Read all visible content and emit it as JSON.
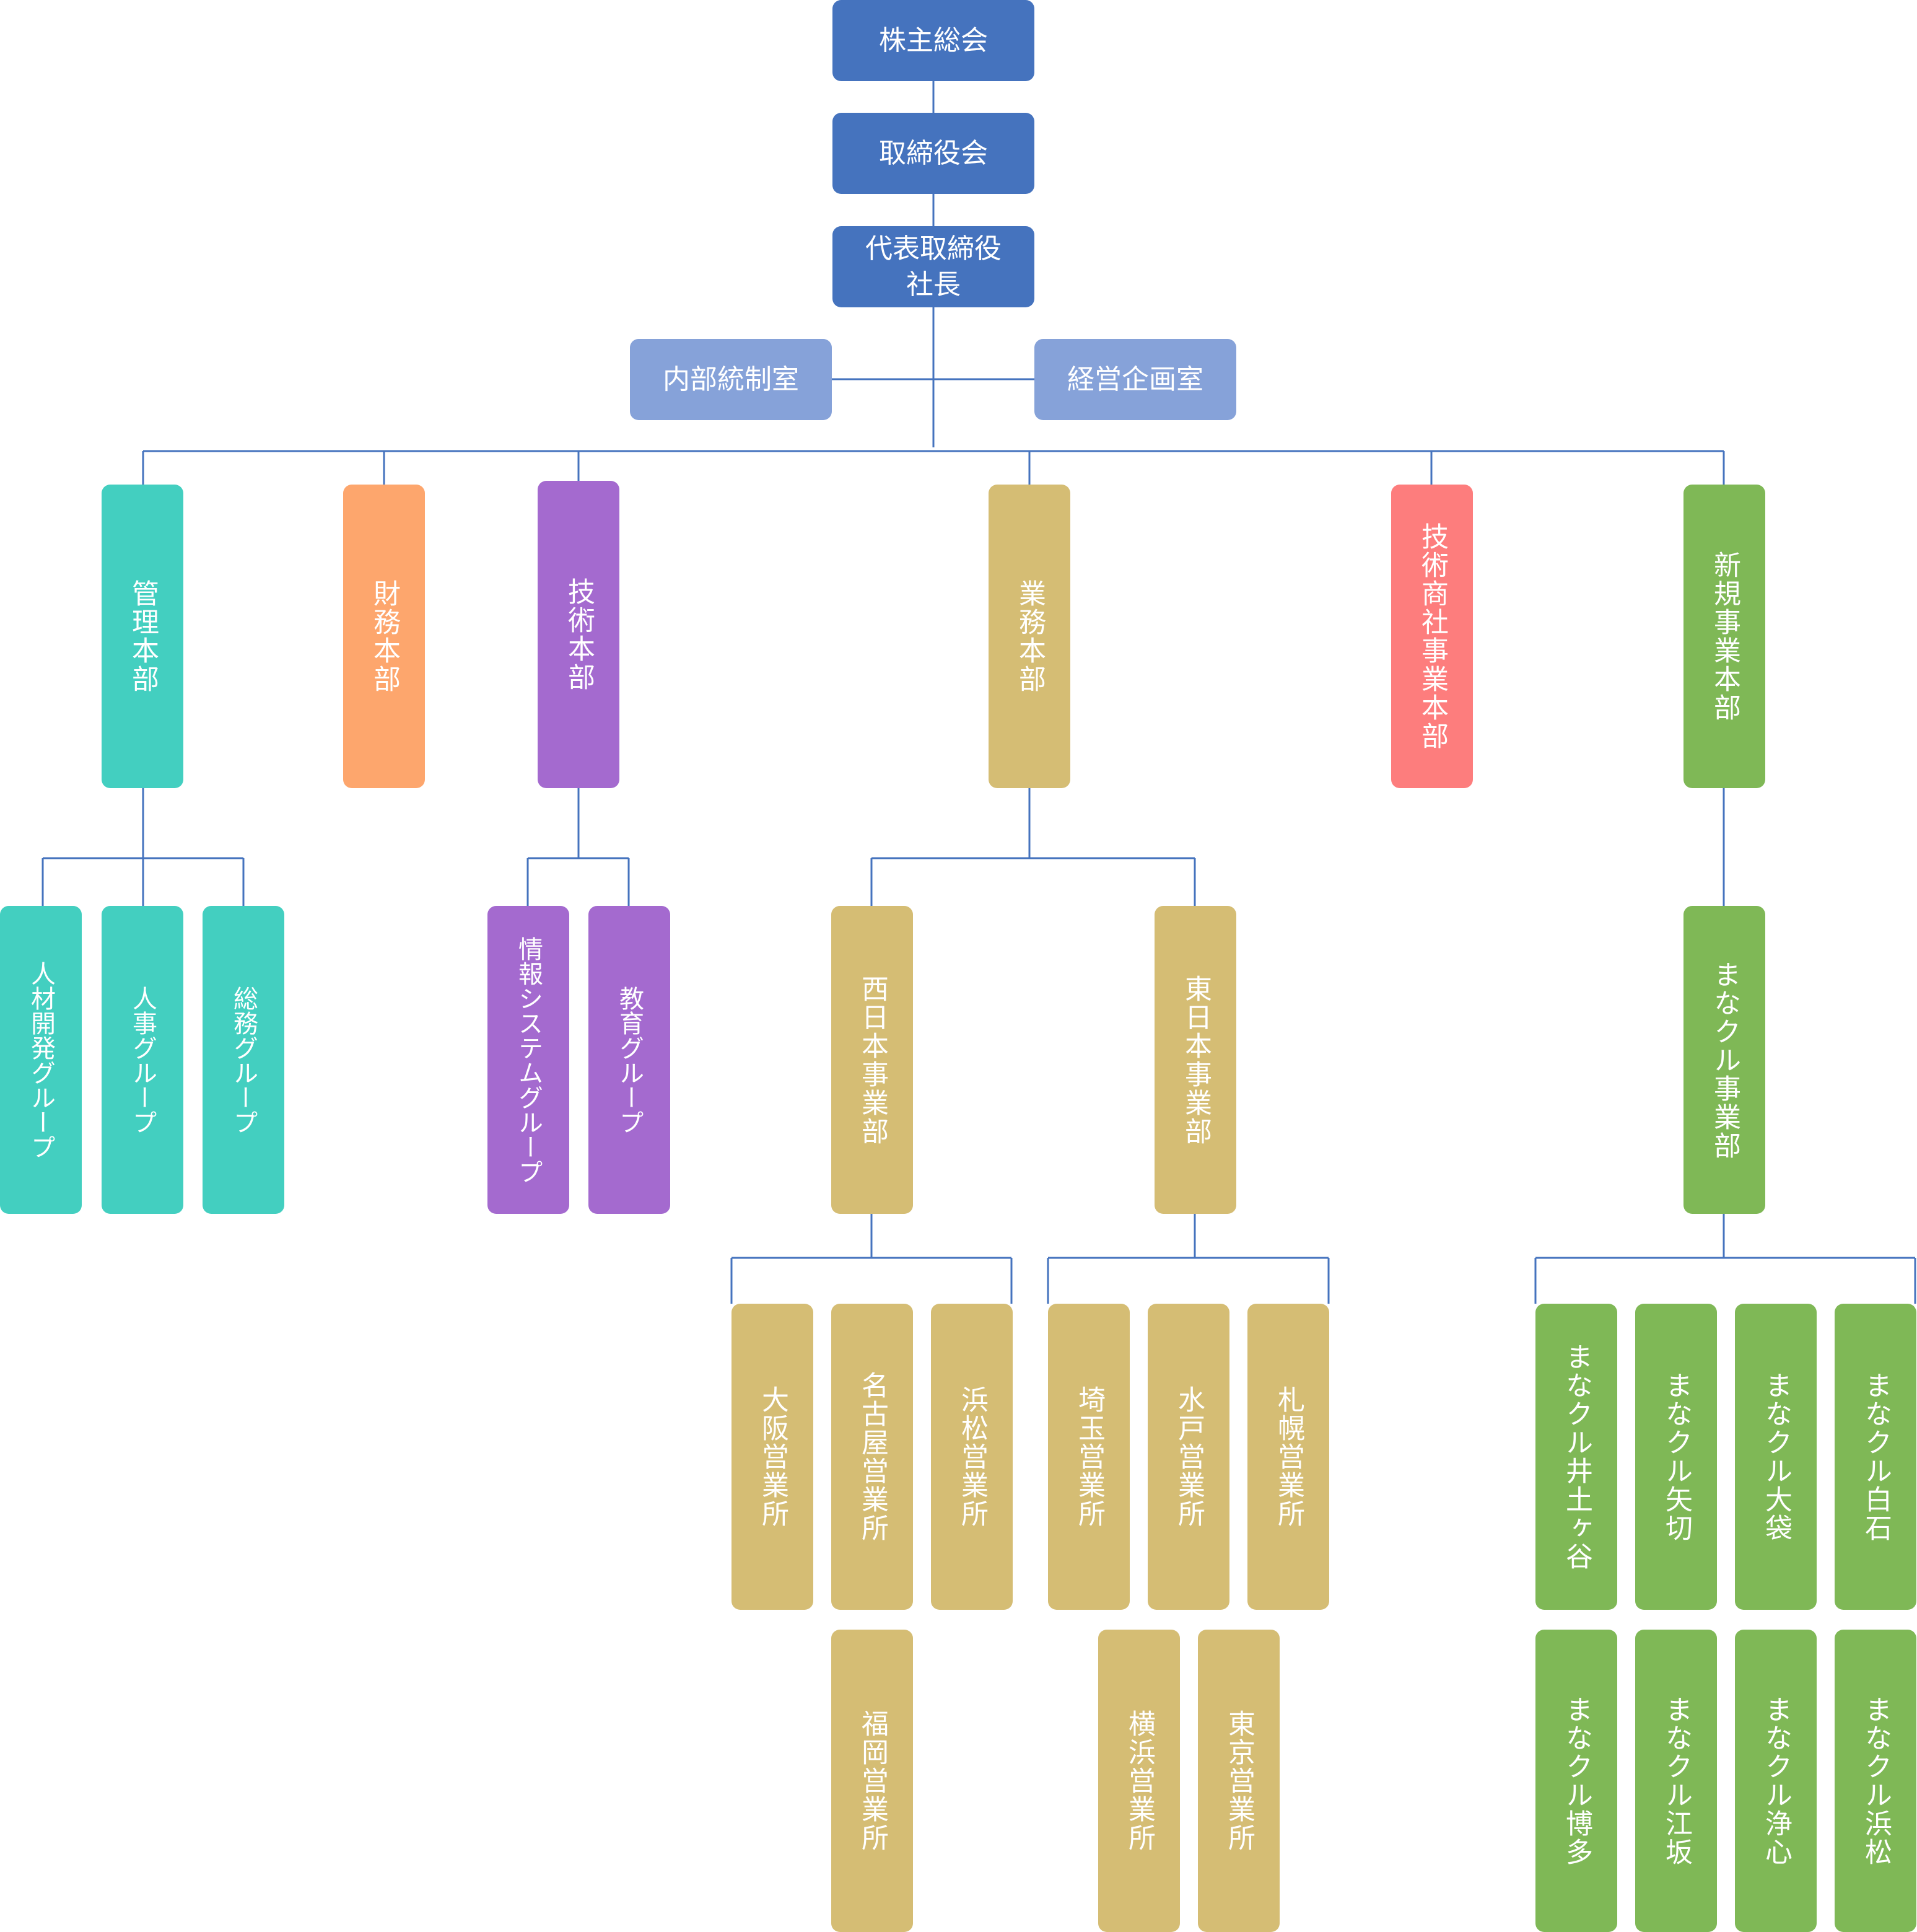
{
  "colors": {
    "navy": "#4573be",
    "light_blue": "#86a2d9",
    "teal": "#43cfc0",
    "orange": "#fda66d",
    "purple": "#a46acf",
    "gold": "#d5bd74",
    "red": "#fd7d7d",
    "green": "#7fb856",
    "line": "#4573be"
  },
  "top": {
    "shareholders": "株主総会",
    "board": "取締役会",
    "president": "代表取締役\n社長"
  },
  "staff": {
    "internal_control": "内部統制室",
    "planning": "経営企画室"
  },
  "divisions": {
    "admin": "管理本部",
    "finance": "財務本部",
    "tech": "技術本部",
    "business": "業務本部",
    "trading": "技術商社事業本部",
    "new_biz": "新規事業本部"
  },
  "admin_groups": {
    "hr_dev": "人材開発グループ",
    "hr": "人事グループ",
    "general": "総務グループ"
  },
  "tech_groups": {
    "info_sys": "情報システムグループ",
    "education": "教育グループ"
  },
  "business_depts": {
    "west": "西日本事業部",
    "east": "東日本事業部"
  },
  "west_offices": {
    "osaka": "大阪営業所",
    "nagoya": "名古屋営業所",
    "hamamatsu": "浜松営業所",
    "fukuoka": "福岡営業所"
  },
  "east_offices": {
    "saitama": "埼玉営業所",
    "mito": "水戸営業所",
    "sapporo": "札幌営業所",
    "yokohama": "横浜営業所",
    "tokyo": "東京営業所"
  },
  "manakuru": {
    "dept": "まなクル事業部",
    "idogaya": "まなクル井土ヶ谷",
    "yagiri": "まなクル矢切",
    "obukuro": "まなクル大袋",
    "shiroishi": "まなクル白石",
    "hakata": "まなクル博多",
    "esaka": "まなクル江坂",
    "joshin": "まなクル浄心",
    "hamamatsu": "まなクル浜松"
  }
}
